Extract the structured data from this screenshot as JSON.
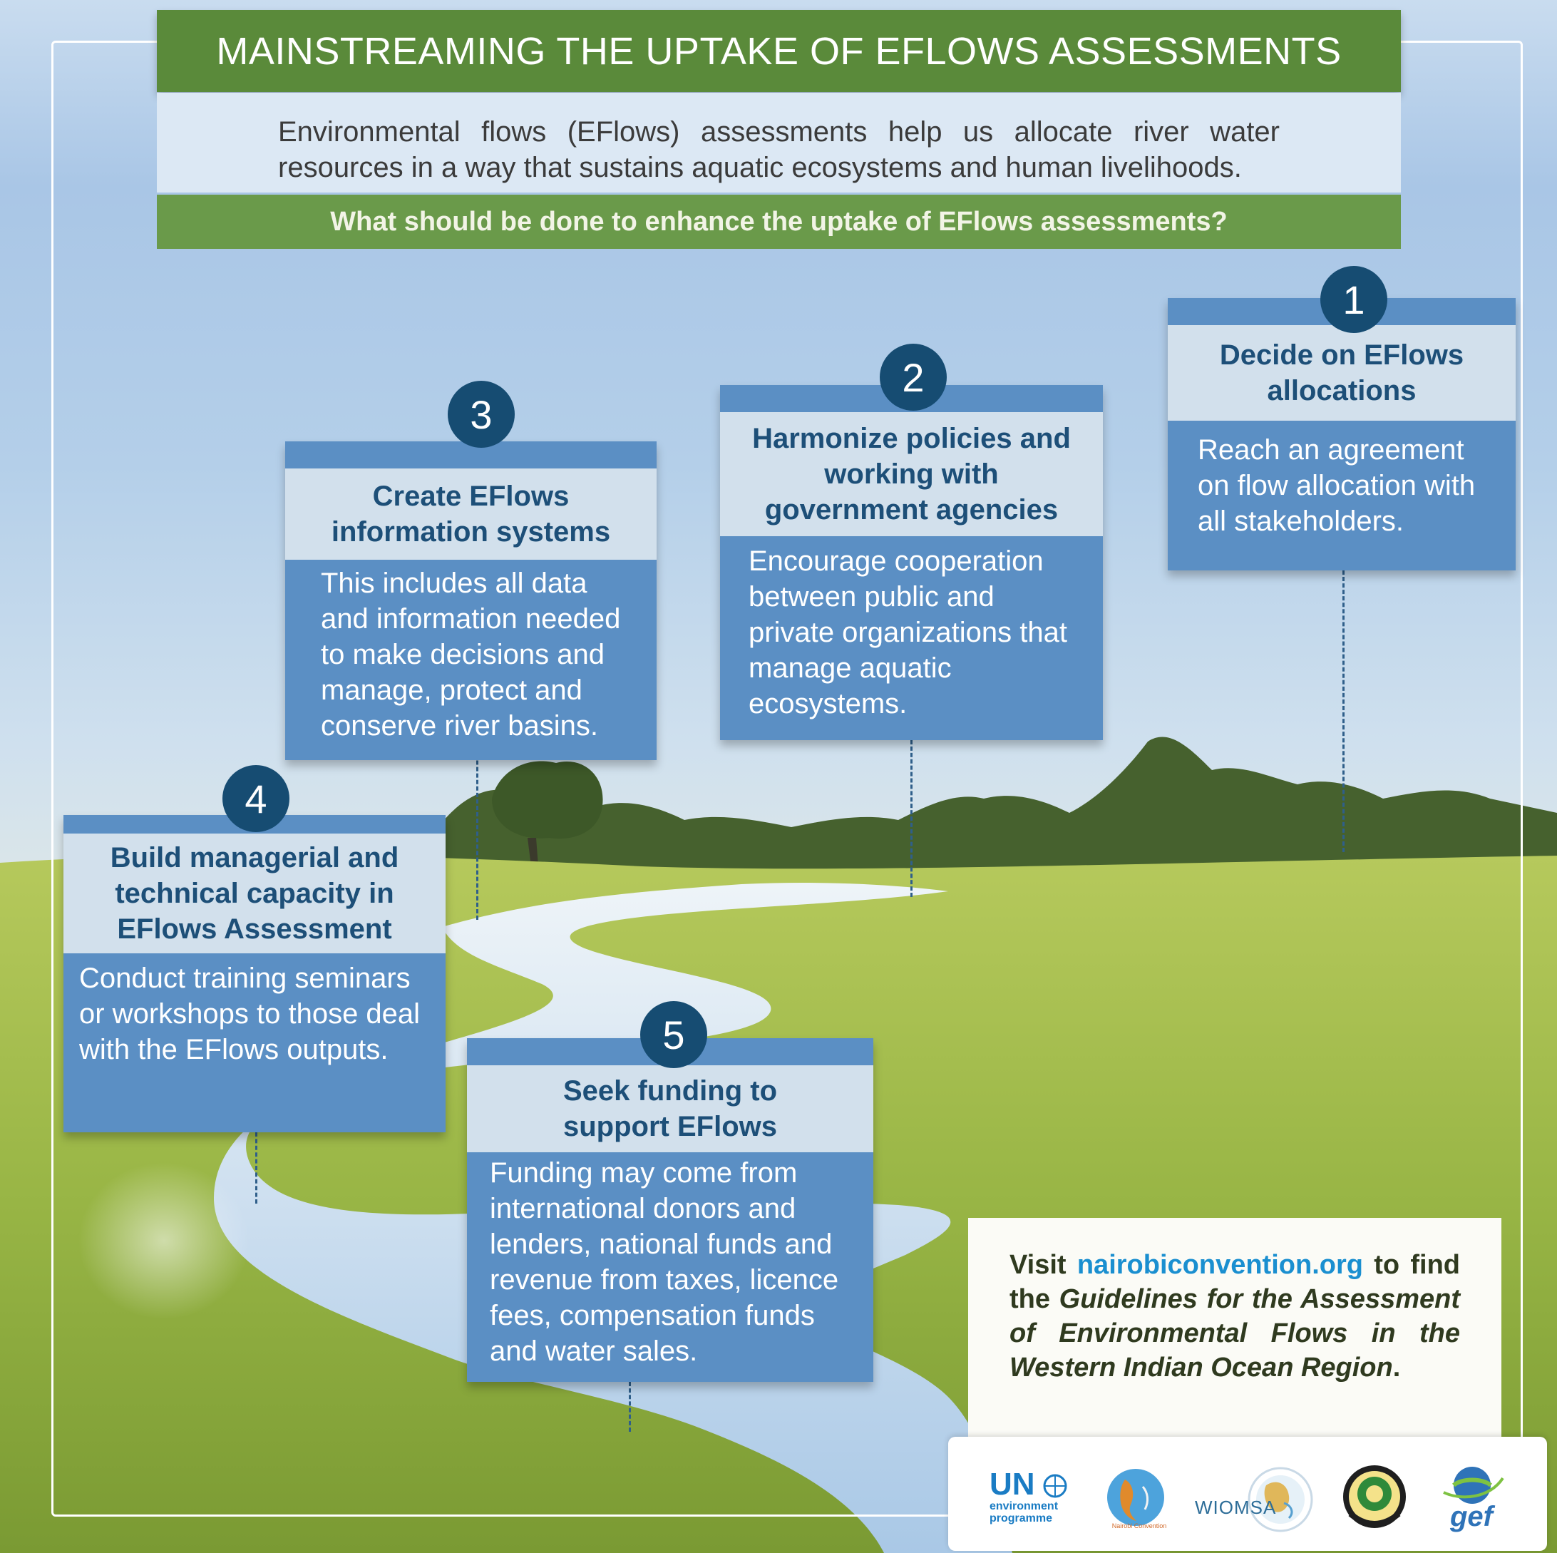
{
  "header": {
    "title": "MAINSTREAMING THE UPTAKE OF EFLOWS ASSESSMENTS",
    "intro": "Environmental flows (EFlows) assessments help us allocate river water resources in a way that sustains aquatic ecosystems and human livelihoods.",
    "question": "What should be done to enhance the uptake of EFlows assessments?"
  },
  "steps": [
    {
      "number": "1",
      "heading": "Decide on EFlows allocations",
      "text": "Reach an agreement on flow allocation with all stakeholders."
    },
    {
      "number": "2",
      "heading": "Harmonize policies and working with government agencies",
      "text": "Encourage cooperation between public and private organizations that manage aquatic ecosystems."
    },
    {
      "number": "3",
      "heading": "Create EFlows information systems",
      "text": "This includes all data and information needed to make decisions and manage, protect and conserve river basins."
    },
    {
      "number": "4",
      "heading": "Build managerial and technical capacity in EFlows Assessment",
      "text": "Conduct training seminars or workshops to those deal with the EFlows outputs."
    },
    {
      "number": "5",
      "heading": "Seek funding to support EFlows",
      "text": "Funding may come from international donors and lenders, national funds and revenue from taxes, licence fees, compensation funds and water sales."
    }
  ],
  "visit": {
    "prefix": "Visit",
    "link": "nairobiconvention.org",
    "middle": "to find the",
    "guidelines": "Guidelines for the Assessment of Environmental Flows in the Western Indian Ocean Region",
    "suffix": "."
  },
  "logos": {
    "un_main": "UN",
    "un_sub1": "environment",
    "un_sub2": "programme",
    "nairobi": "Nairobi Convention",
    "wiomsa": "WIOMSA",
    "gef": "gef"
  },
  "colors": {
    "title_green": "#5a8a3a",
    "card_blue": "#5b8fc4",
    "number_navy": "#164c72",
    "link_blue": "#1a8fd0"
  }
}
